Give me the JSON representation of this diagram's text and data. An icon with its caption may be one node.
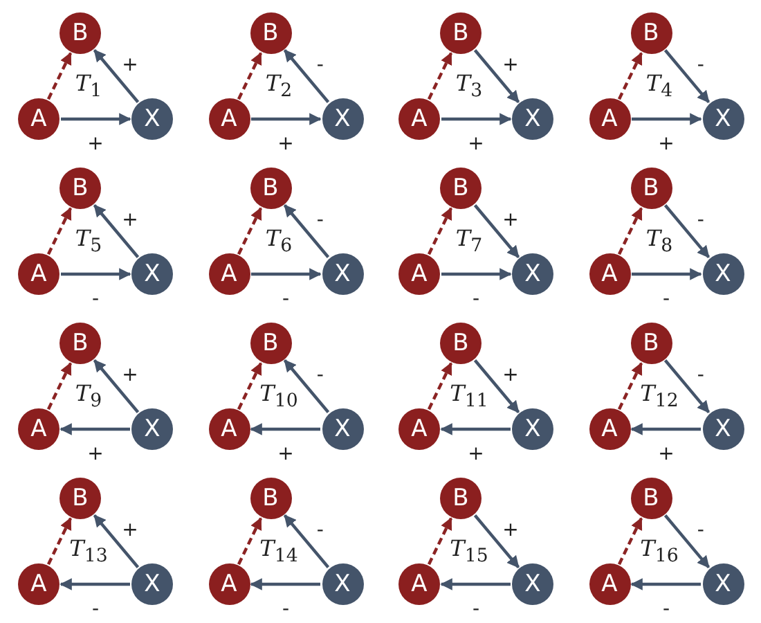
{
  "diagram": {
    "nodes": [
      {
        "text": [
          "B"
        ]
      },
      {
        "text": [
          "A"
        ]
      },
      {
        "text": [
          "X"
        ]
      },
      {
        "text": [
          "B"
        ]
      },
      {
        "text": [
          "A"
        ]
      },
      {
        "text": [
          "X"
        ]
      },
      {
        "text": [
          "B"
        ]
      },
      {
        "text": [
          "A"
        ]
      },
      {
        "text": [
          "X"
        ]
      },
      {
        "text": [
          "B"
        ]
      },
      {
        "text": [
          "A"
        ]
      },
      {
        "text": [
          "X"
        ]
      },
      {
        "text": [
          "B"
        ]
      },
      {
        "text": [
          "A"
        ]
      },
      {
        "text": [
          "X"
        ]
      },
      {
        "text": [
          "B"
        ]
      },
      {
        "text": [
          "A"
        ]
      },
      {
        "text": [
          "X"
        ]
      },
      {
        "text": [
          "B"
        ]
      },
      {
        "text": [
          "A"
        ]
      },
      {
        "text": [
          "X"
        ]
      },
      {
        "text": [
          "B"
        ]
      },
      {
        "text": [
          "A"
        ]
      },
      {
        "text": [
          "X"
        ]
      },
      {
        "text": [
          "B"
        ]
      },
      {
        "text": [
          "A"
        ]
      },
      {
        "text": [
          "X"
        ]
      },
      {
        "text": [
          "B"
        ]
      },
      {
        "text": [
          "A"
        ]
      },
      {
        "text": [
          "X"
        ]
      },
      {
        "text": [
          "B"
        ]
      },
      {
        "text": [
          "A"
        ]
      },
      {
        "text": [
          "X"
        ]
      },
      {
        "text": [
          "B"
        ]
      },
      {
        "text": [
          "A"
        ]
      },
      {
        "text": [
          "X"
        ]
      },
      {
        "text": [
          "B"
        ]
      },
      {
        "text": [
          "A"
        ]
      },
      {
        "text": [
          "X"
        ]
      },
      {
        "text": [
          "B"
        ]
      },
      {
        "text": [
          "A"
        ]
      },
      {
        "text": [
          "X"
        ]
      },
      {
        "text": [
          "B"
        ]
      },
      {
        "text": [
          "A"
        ]
      },
      {
        "text": [
          "X"
        ]
      },
      {
        "text": [
          "B"
        ]
      },
      {
        "text": [
          "A"
        ]
      },
      {
        "text": [
          "X"
        ]
      }
    ],
    "edges": [
      {
        "from": 1,
        "to": 0,
        "arrow": "to",
        "style": "dashed",
        "color": "#8b2323"
      },
      {
        "from": 2,
        "to": 0,
        "arrow": "to",
        "label": "+"
      },
      {
        "from": 1,
        "to": 2,
        "arrow": "to",
        "label": "+"
      },
      {
        "from": 4,
        "to": 3,
        "arrow": "to",
        "style": "dashed",
        "color": "#8b2323"
      },
      {
        "from": 5,
        "to": 3,
        "arrow": "to",
        "label": "-"
      },
      {
        "from": 4,
        "to": 5,
        "arrow": "to",
        "label": "+"
      },
      {
        "from": 7,
        "to": 6,
        "arrow": "to",
        "style": "dashed",
        "color": "#8b2323"
      },
      {
        "from": 6,
        "to": 8,
        "arrow": "to",
        "label": "+"
      },
      {
        "from": 7,
        "to": 8,
        "arrow": "to",
        "label": "+"
      },
      {
        "from": 10,
        "to": 9,
        "arrow": "to",
        "style": "dashed",
        "color": "#8b2323"
      },
      {
        "from": 9,
        "to": 11,
        "arrow": "to",
        "label": "-"
      },
      {
        "from": 10,
        "to": 11,
        "arrow": "to",
        "label": "+"
      },
      {
        "from": 13,
        "to": 12,
        "arrow": "to",
        "style": "dashed",
        "color": "#8b2323"
      },
      {
        "from": 14,
        "to": 12,
        "arrow": "to",
        "label": "+"
      },
      {
        "from": 13,
        "to": 14,
        "arrow": "to",
        "label": "-"
      },
      {
        "from": 16,
        "to": 15,
        "arrow": "to",
        "style": "dashed",
        "color": "#8b2323"
      },
      {
        "from": 17,
        "to": 15,
        "arrow": "to",
        "label": "-"
      },
      {
        "from": 16,
        "to": 17,
        "arrow": "to",
        "label": "-"
      },
      {
        "from": 19,
        "to": 18,
        "arrow": "to",
        "style": "dashed",
        "color": "#8b2323"
      },
      {
        "from": 18,
        "to": 20,
        "arrow": "to",
        "label": "+"
      },
      {
        "from": 19,
        "to": 20,
        "arrow": "to",
        "label": "-"
      },
      {
        "from": 22,
        "to": 21,
        "arrow": "to",
        "style": "dashed",
        "color": "#8b2323"
      },
      {
        "from": 21,
        "to": 23,
        "arrow": "to",
        "label": "-"
      },
      {
        "from": 22,
        "to": 23,
        "arrow": "to",
        "label": "-"
      },
      {
        "from": 25,
        "to": 24,
        "arrow": "to",
        "style": "dashed",
        "color": "#8b2323"
      },
      {
        "from": 26,
        "to": 24,
        "arrow": "to",
        "label": "+"
      },
      {
        "from": 26,
        "to": 25,
        "arrow": "to",
        "label": "+"
      },
      {
        "from": 28,
        "to": 27,
        "arrow": "to",
        "style": "dashed",
        "color": "#8b2323"
      },
      {
        "from": 29,
        "to": 27,
        "arrow": "to",
        "label": "-"
      },
      {
        "from": 29,
        "to": 28,
        "arrow": "to",
        "label": "+"
      },
      {
        "from": 31,
        "to": 30,
        "arrow": "to",
        "style": "dashed",
        "color": "#8b2323"
      },
      {
        "from": 30,
        "to": 32,
        "arrow": "to",
        "label": "+"
      },
      {
        "from": 32,
        "to": 31,
        "arrow": "to",
        "label": "+"
      },
      {
        "from": 34,
        "to": 33,
        "arrow": "to",
        "style": "dashed",
        "color": "#8b2323"
      },
      {
        "from": 33,
        "to": 35,
        "arrow": "to",
        "label": "-"
      },
      {
        "from": 35,
        "to": 34,
        "arrow": "to",
        "label": "+"
      },
      {
        "from": 37,
        "to": 36,
        "arrow": "to",
        "style": "dashed",
        "color": "#8b2323"
      },
      {
        "from": 38,
        "to": 36,
        "arrow": "to",
        "label": "+"
      },
      {
        "from": 38,
        "to": 37,
        "arrow": "to",
        "label": "-"
      },
      {
        "from": 40,
        "to": 39,
        "arrow": "to",
        "style": "dashed",
        "color": "#8b2323"
      },
      {
        "from": 41,
        "to": 39,
        "arrow": "to",
        "label": "-"
      },
      {
        "from": 41,
        "to": 40,
        "arrow": "to",
        "label": "-"
      },
      {
        "from": 43,
        "to": 42,
        "arrow": "to",
        "style": "dashed",
        "color": "#8b2323"
      },
      {
        "from": 42,
        "to": 44,
        "arrow": "to",
        "label": "+"
      },
      {
        "from": 44,
        "to": 43,
        "arrow": "to",
        "label": "-"
      },
      {
        "from": 46,
        "to": 45,
        "arrow": "to",
        "style": "dashed",
        "color": "#8b2323"
      },
      {
        "from": 45,
        "to": 47,
        "arrow": "to",
        "label": "-"
      },
      {
        "from": 47,
        "to": 46,
        "arrow": "to",
        "label": "-"
      }
    ],
    "labels": [
      "*T*$_{1}$",
      "*T*$_{2}$",
      "*T*$_{3}$",
      "*T*$_{4}$",
      "*T*$_{5}$",
      "*T*$_{6}$",
      "*T*$_{7}$",
      "*T*$_{8}$",
      "*T*$_{9}$",
      "*T*$_{10}$",
      "*T*$_{11}$",
      "*T*$_{12}$",
      "*T*$_{13}$",
      "*T*$_{14}$",
      "*T*$_{15}$",
      "*T*$_{16}$"
    ]
  }
}
